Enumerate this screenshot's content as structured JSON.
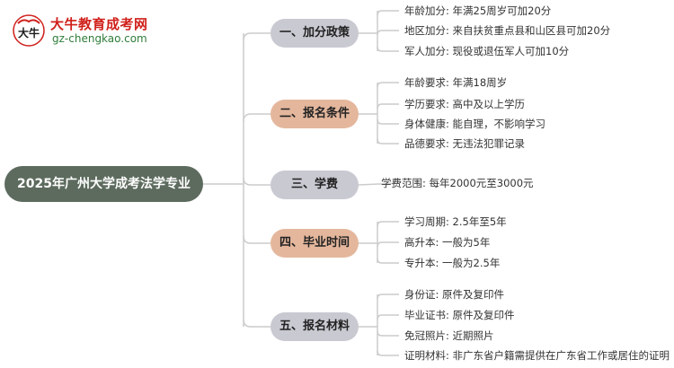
{
  "logo": {
    "title": "大牛教育成考网",
    "url": "gz-chengkao.com",
    "mark_glyph": "大牛"
  },
  "colors": {
    "line": "#cccccc",
    "root_bg": "#5d6b5e",
    "gray_cat": "#c9c9d2",
    "peach_cat": "#e4b79d",
    "logo_red": "#d0201b",
    "logo_green": "#2f7d3a"
  },
  "root": {
    "label": "2025年广州大学成考法学专业"
  },
  "categories": [
    {
      "label": "一、加分政策",
      "style": "gray",
      "items": [
        "年龄加分: 年满25周岁可加20分",
        "地区加分: 来自扶贫重点县和山区县可加20分",
        "军人加分: 现役或退伍军人可加10分"
      ]
    },
    {
      "label": "二、报名条件",
      "style": "peach",
      "items": [
        "年龄要求: 年满18周岁",
        "学历要求: 高中及以上学历",
        "身体健康: 能自理，不影响学习",
        "品德要求: 无违法犯罪记录"
      ]
    },
    {
      "label": "三、学费",
      "style": "gray",
      "items": [
        "学费范围: 每年2000元至3000元"
      ]
    },
    {
      "label": "四、毕业时间",
      "style": "peach",
      "items": [
        "学习周期: 2.5年至5年",
        "高升本: 一般为5年",
        "专升本: 一般为2.5年"
      ]
    },
    {
      "label": "五、报名材料",
      "style": "gray",
      "items": [
        "身份证: 原件及复印件",
        "毕业证书: 原件及复印件",
        "免冠照片: 近期照片",
        "证明材料: 非广东省户籍需提供在广东省工作或居住的证明"
      ]
    }
  ]
}
